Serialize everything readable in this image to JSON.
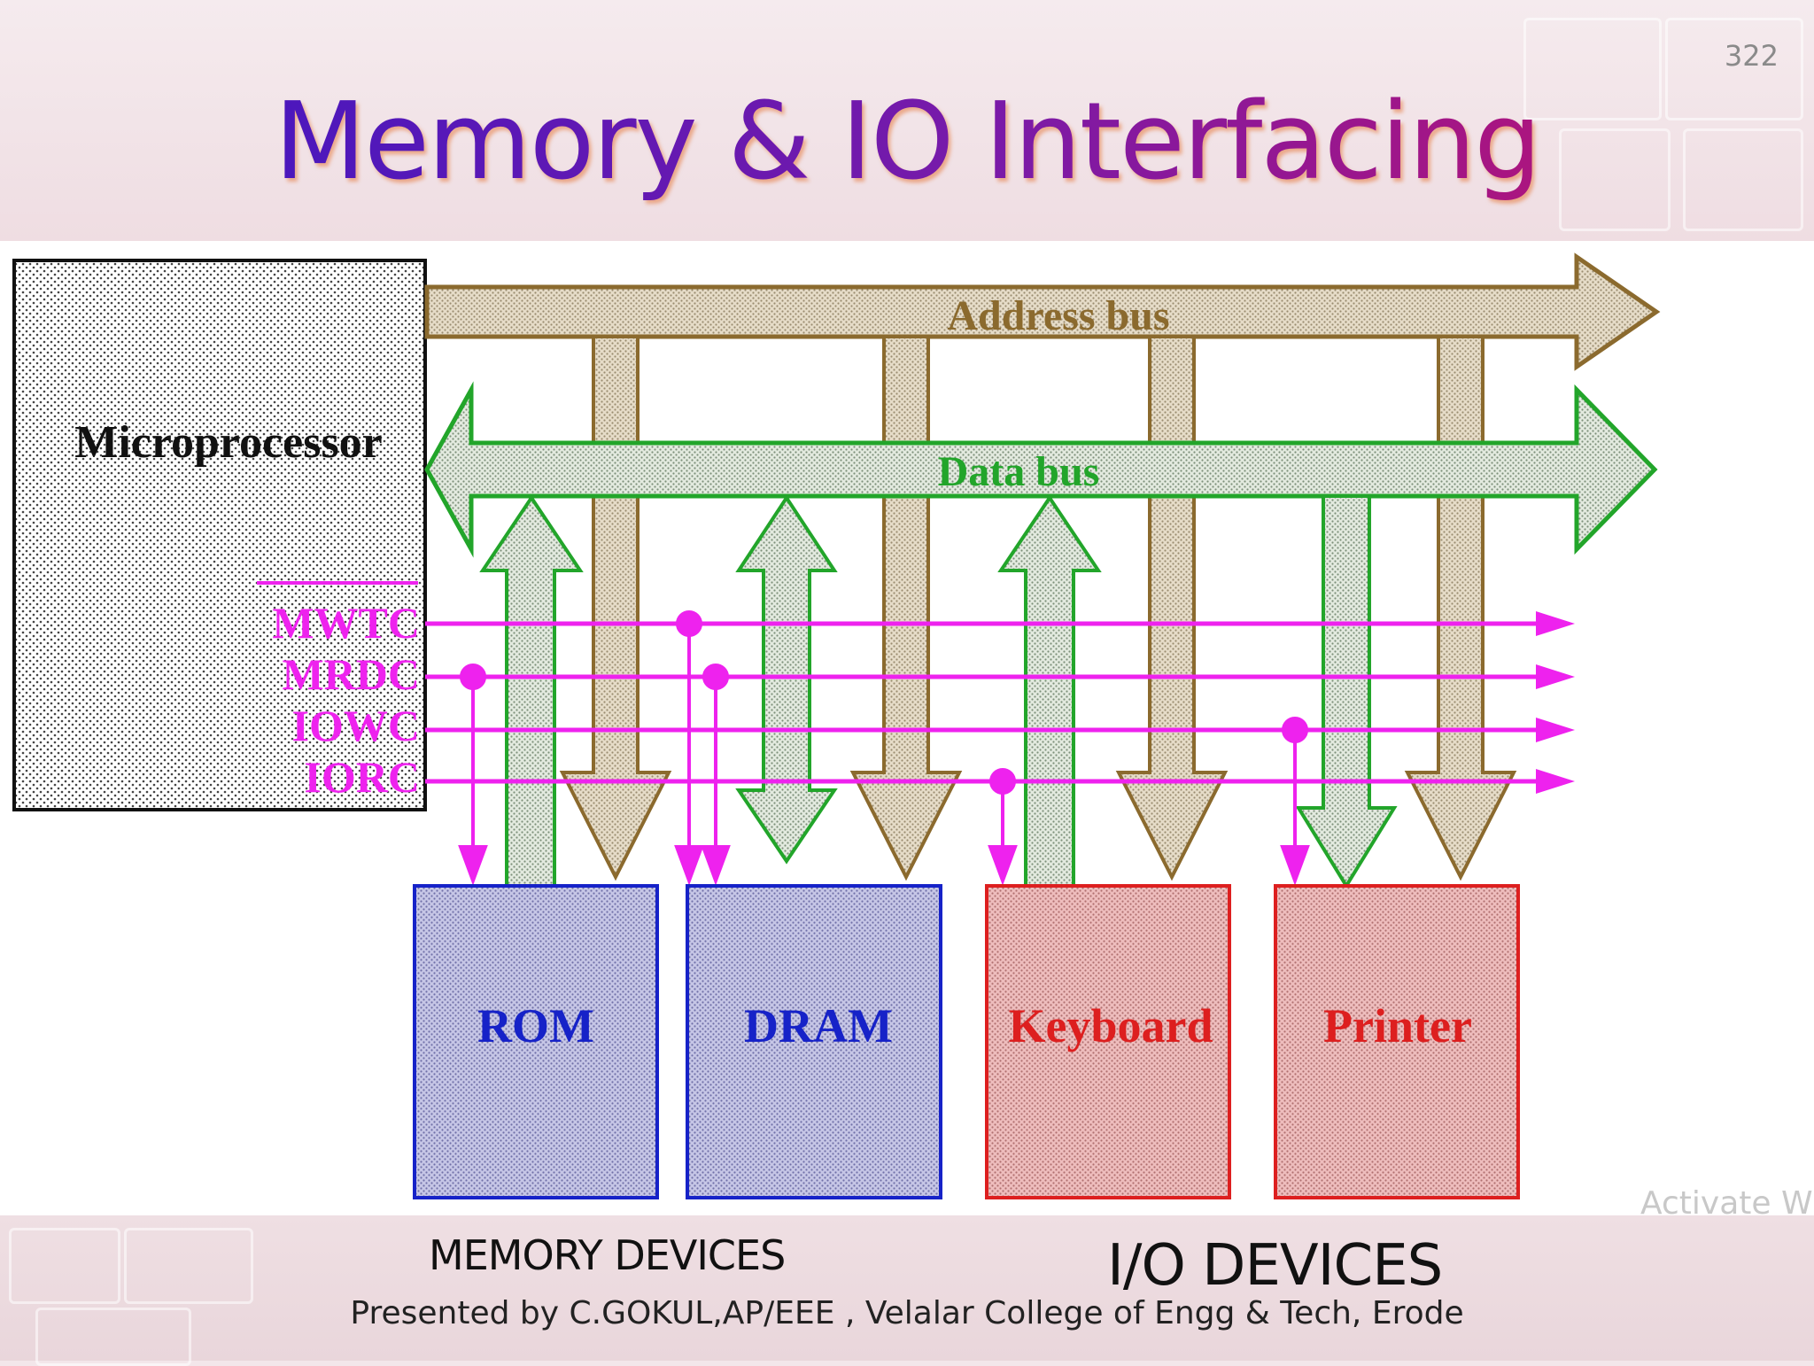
{
  "page_number": "322",
  "title": "Memory & IO Interfacing",
  "diagram": {
    "processor_label": "Microprocessor",
    "address_bus_label": "Address bus",
    "data_bus_label": "Data bus",
    "control_signals": [
      "MWTC",
      "MRDC",
      "IOWC",
      "IORC"
    ],
    "devices": [
      "ROM",
      "DRAM",
      "Keyboard",
      "Printer"
    ]
  },
  "footer": {
    "memory_devices_label": "MEMORY DEVICES",
    "io_devices_label": "I/O DEVICES",
    "presenter": "Presented by C.GOKUL,AP/EEE ,  Velalar College of Engg & Tech, Erode"
  },
  "watermark": "Activate Windows",
  "colors": {
    "address_bus": "#8b6a2e",
    "data_bus": "#22a52a",
    "control_lines": "#ee22ee",
    "memory_device_border": "#1622c8",
    "io_device_border": "#dd1f1f"
  }
}
